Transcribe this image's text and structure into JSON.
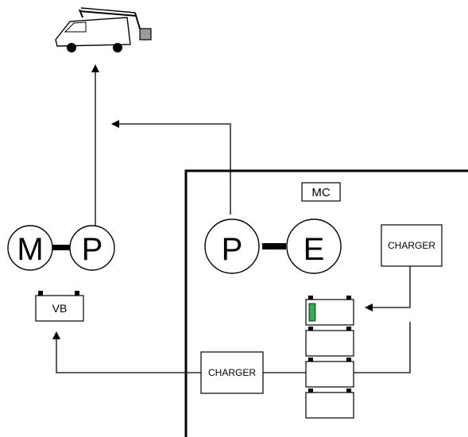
{
  "diagram": {
    "nodes": {
      "motor": "M",
      "pump_left": "P",
      "pump_right": "P",
      "engine": "E",
      "container": "MC",
      "charger_top": "CHARGER",
      "charger_bottom": "CHARGER",
      "vehicle_battery": "VB"
    },
    "colors": {
      "line": "#000000",
      "background": "#ffffff",
      "battery_indicator": "#2db34a",
      "vehicle_fill": "#ffffff",
      "bucket": "#9a9a9a"
    },
    "icons": {
      "vehicle": "bucket-truck-icon",
      "battery": "battery-icon"
    },
    "battery_stack_count": 4,
    "charged_battery_level": 0.15
  }
}
